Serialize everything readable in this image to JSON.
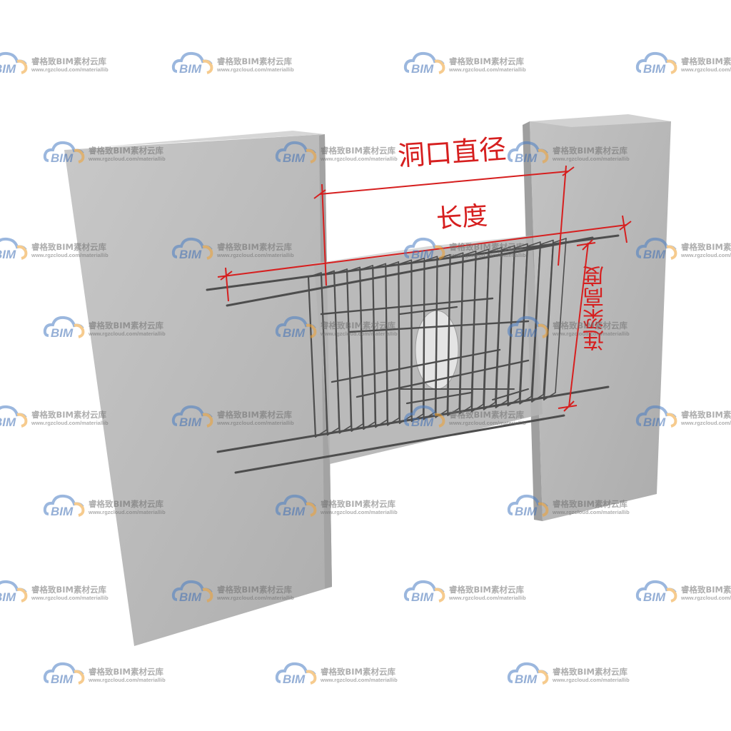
{
  "labels": {
    "opening_diameter": "洞口直径",
    "length": "长度",
    "coupling_beam_height": "连梁高度"
  },
  "watermark": {
    "logo_text": "BIM",
    "title": "睿格致BIM素材云库",
    "url": "www.rgzcloud.com/materiallib"
  },
  "colors": {
    "dimension": "#d61f1f",
    "concrete": "#b9b9b9",
    "rebar": "#4d4d4d",
    "logo_blue": "#4a7ec4",
    "logo_orange": "#f0a132"
  }
}
